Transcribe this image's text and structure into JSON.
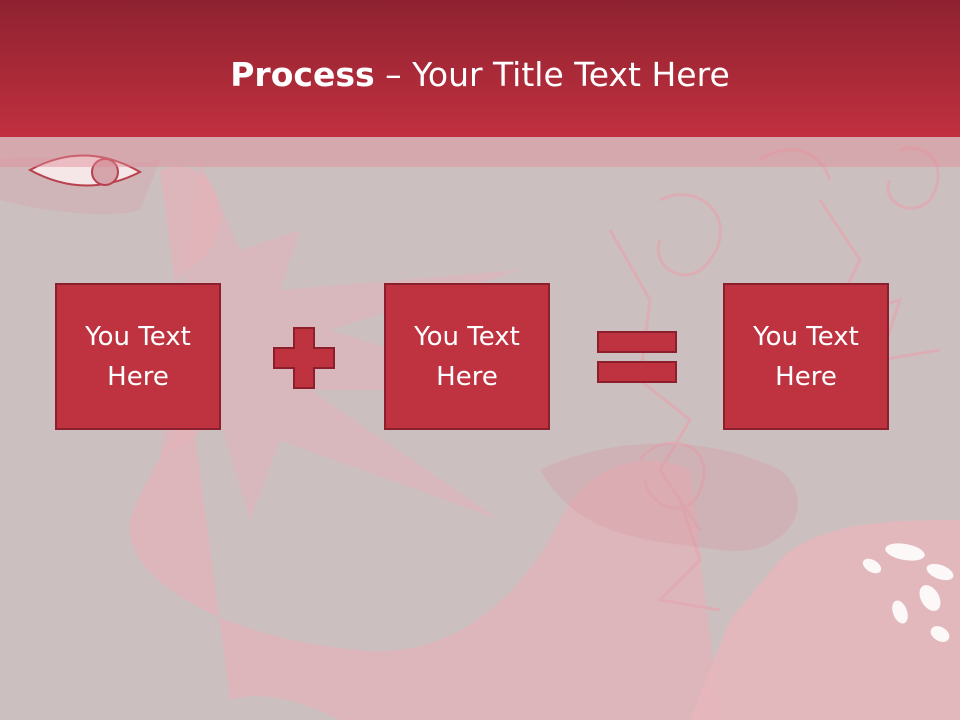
{
  "slide": {
    "title_bold": "Process",
    "title_rest": "– Your Title Text Here"
  },
  "boxes": [
    {
      "text": "You Text Here"
    },
    {
      "text": "You Text Here"
    },
    {
      "text": "You Text Here"
    }
  ],
  "operators": [
    "plus-icon",
    "equals-icon"
  ],
  "colors": {
    "accent": "#bf3341",
    "accent_dark": "#8b1f2b",
    "header_top": "#8e2230",
    "header_bottom": "#c1303f",
    "background": "#cbbfc0",
    "decor": "#e6b5bb"
  }
}
